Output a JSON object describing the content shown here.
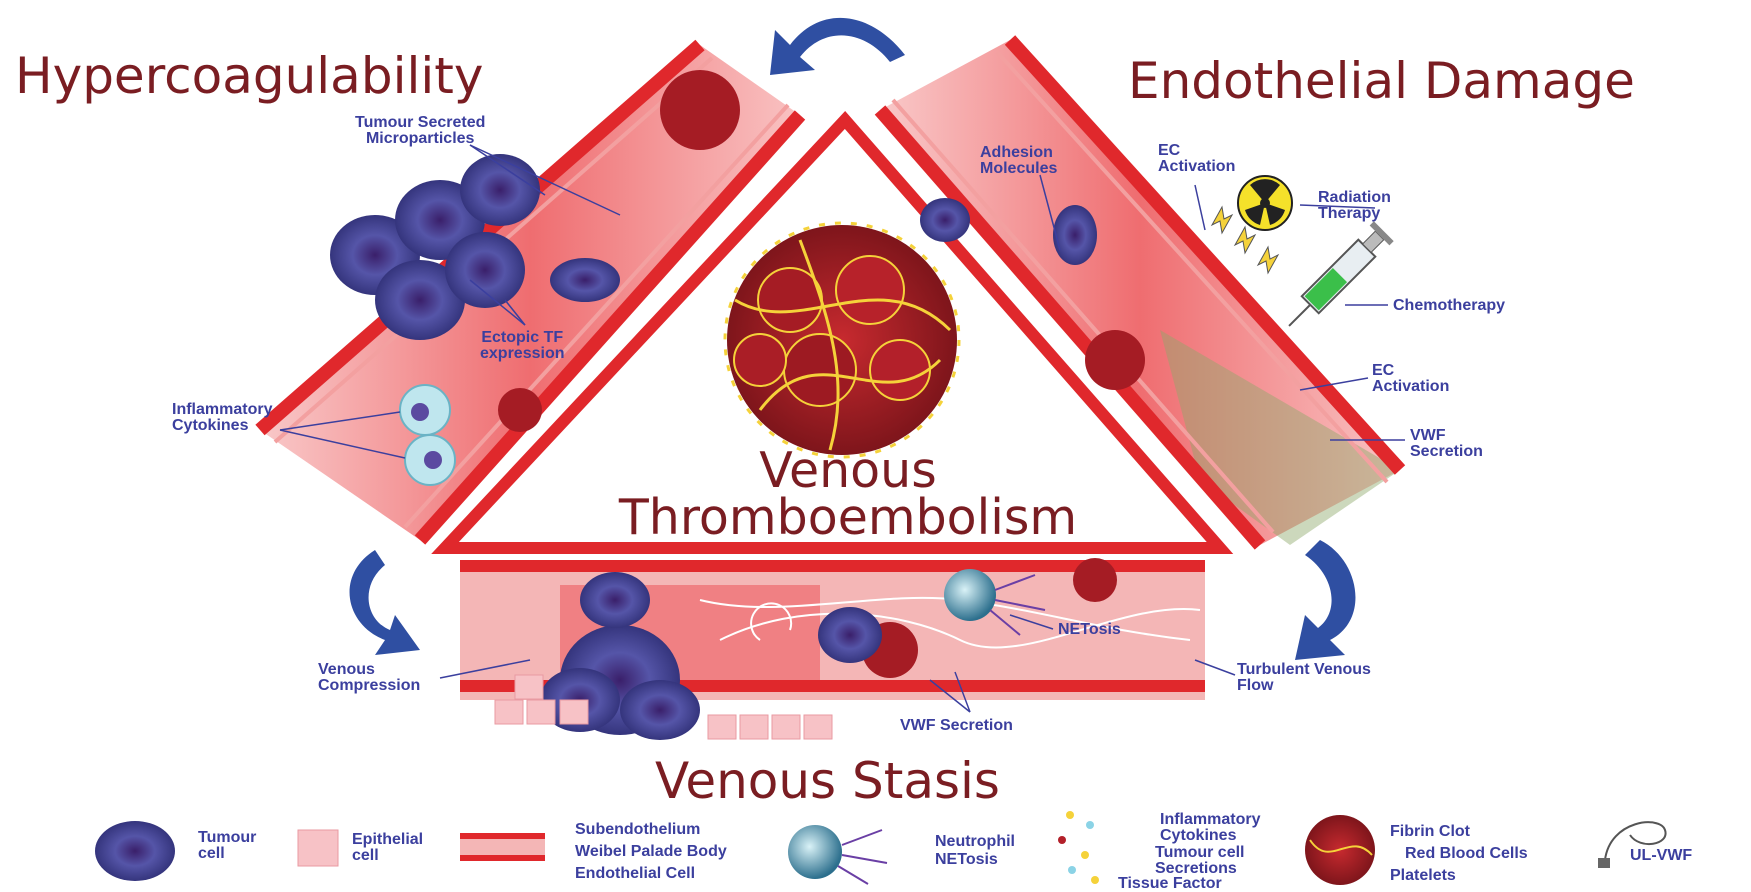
{
  "titles": {
    "hypercoagulability": "Hypercoagulability",
    "endothelial_damage": "Endothelial Damage",
    "venous_stasis": "Venous Stasis",
    "center_line1": "Venous",
    "center_line2": "Thromboembolism"
  },
  "labels": {
    "tumour_secreted": "Tumour Secreted",
    "microparticles": "Microparticles",
    "ectopic_tf": "Ectopic TF",
    "expression": "expression",
    "inflammatory": "Inflammatory",
    "cytokines": "Cytokines",
    "adhesion": "Adhesion",
    "molecules": "Molecules",
    "ec_activation_top_1": "EC",
    "ec_activation_top_2": "Activation",
    "radiation": "Radiation",
    "therapy": "Therapy",
    "chemotherapy": "Chemotherapy",
    "ec_activation_mid_1": "EC",
    "ec_activation_mid_2": "Activation",
    "vwf": "VWF",
    "secretion": "Secretion",
    "venous": "Venous",
    "compression": "Compression",
    "netosis": "NETosis",
    "turbulent_venous": "Turbulent Venous",
    "flow": "Flow",
    "vwf_secretion_bottom": "VWF Secretion"
  },
  "legend": {
    "tumour_1": "Tumour",
    "tumour_2": "cell",
    "epithelial_1": "Epithelial",
    "epithelial_2": "cell",
    "subendothelium": "Subendothelium",
    "weibel": "Weibel Palade Body",
    "endothelial_cell": "Endothelial Cell",
    "neutrophil": "Neutrophil",
    "netosis": "NETosis",
    "inflammatory": "Inflammatory",
    "cytokines": "Cytokines",
    "tumour_cell": "Tumour cell",
    "secretions": "Secretions",
    "tissue_factor": "Tissue Factor",
    "fibrin_clot": "Fibrin Clot",
    "red_blood_cells": "Red Blood Cells",
    "platelets": "Platelets",
    "ul_vwf": "UL-VWF"
  },
  "colors": {
    "vessel_red": "#e0282c",
    "vessel_light": "#f6b4b4",
    "title_maroon": "#7a1d22",
    "label_blue": "#3b3f9e",
    "arrow_blue": "#2f4fa2",
    "tumour_purple": "#4a4a9a",
    "clot_red": "#b3202a",
    "fibrin_yellow": "#f5d23a"
  },
  "icons": [
    "radiation-icon",
    "syringe-icon",
    "cycle-arrow-icon"
  ]
}
